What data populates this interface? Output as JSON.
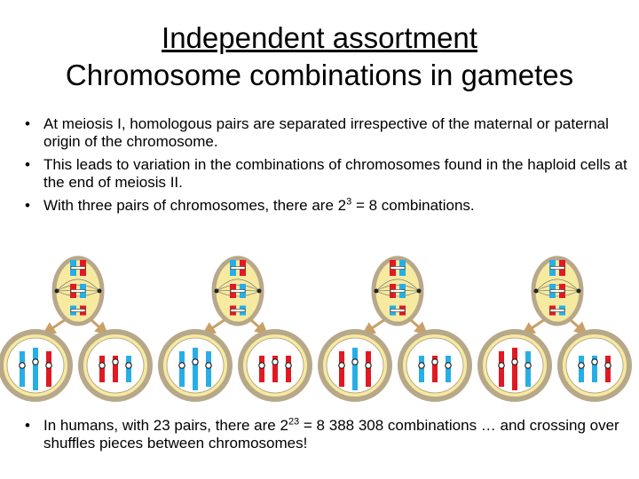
{
  "title": {
    "line1": "Independent assortment",
    "line2": "Chromosome combinations in gametes"
  },
  "bullets": [
    {
      "text": "At meiosis I, homologous pairs are separated irrespective of the maternal or paternal origin of the chromosome."
    },
    {
      "text": "This leads to variation in the combinations of chromosomes found in the haploid cells at the end of meiosis II."
    },
    {
      "pre": "With three pairs of chromosomes, there are 2",
      "sup": "3",
      "post": " = 8 combinations."
    }
  ],
  "bottom_bullet": {
    "pre": "In humans, with 23 pairs, there are 2",
    "sup": "23",
    "post": " =  8 388 308 combinations … and crossing over shuffles pieces between chromosomes!"
  },
  "colors": {
    "cell_fill": "#f6eaa0",
    "cell_border": "#b8a88a",
    "maternal": "#e01a22",
    "paternal": "#27aee6",
    "arrow": "#c8a068"
  },
  "diagram": {
    "groups": [
      {
        "parent_pairs": [
          [
            "paternal",
            "maternal"
          ],
          [
            "maternal",
            "paternal"
          ],
          [
            "paternal",
            "maternal"
          ]
        ],
        "daughters": [
          [
            "paternal",
            "paternal",
            "maternal"
          ],
          [
            "maternal",
            "maternal",
            "paternal"
          ]
        ]
      },
      {
        "parent_pairs": [
          [
            "paternal",
            "maternal"
          ],
          [
            "maternal",
            "paternal"
          ],
          [
            "maternal",
            "paternal"
          ]
        ],
        "daughters": [
          [
            "paternal",
            "paternal",
            "paternal"
          ],
          [
            "maternal",
            "maternal",
            "maternal"
          ]
        ]
      },
      {
        "parent_pairs": [
          [
            "maternal",
            "paternal"
          ],
          [
            "maternal",
            "paternal"
          ],
          [
            "paternal",
            "maternal"
          ]
        ],
        "daughters": [
          [
            "maternal",
            "paternal",
            "maternal"
          ],
          [
            "paternal",
            "maternal",
            "paternal"
          ]
        ]
      },
      {
        "parent_pairs": [
          [
            "paternal",
            "maternal"
          ],
          [
            "paternal",
            "maternal"
          ],
          [
            "maternal",
            "paternal"
          ]
        ],
        "daughters": [
          [
            "maternal",
            "maternal",
            "paternal"
          ],
          [
            "paternal",
            "paternal",
            "maternal"
          ]
        ]
      }
    ]
  }
}
